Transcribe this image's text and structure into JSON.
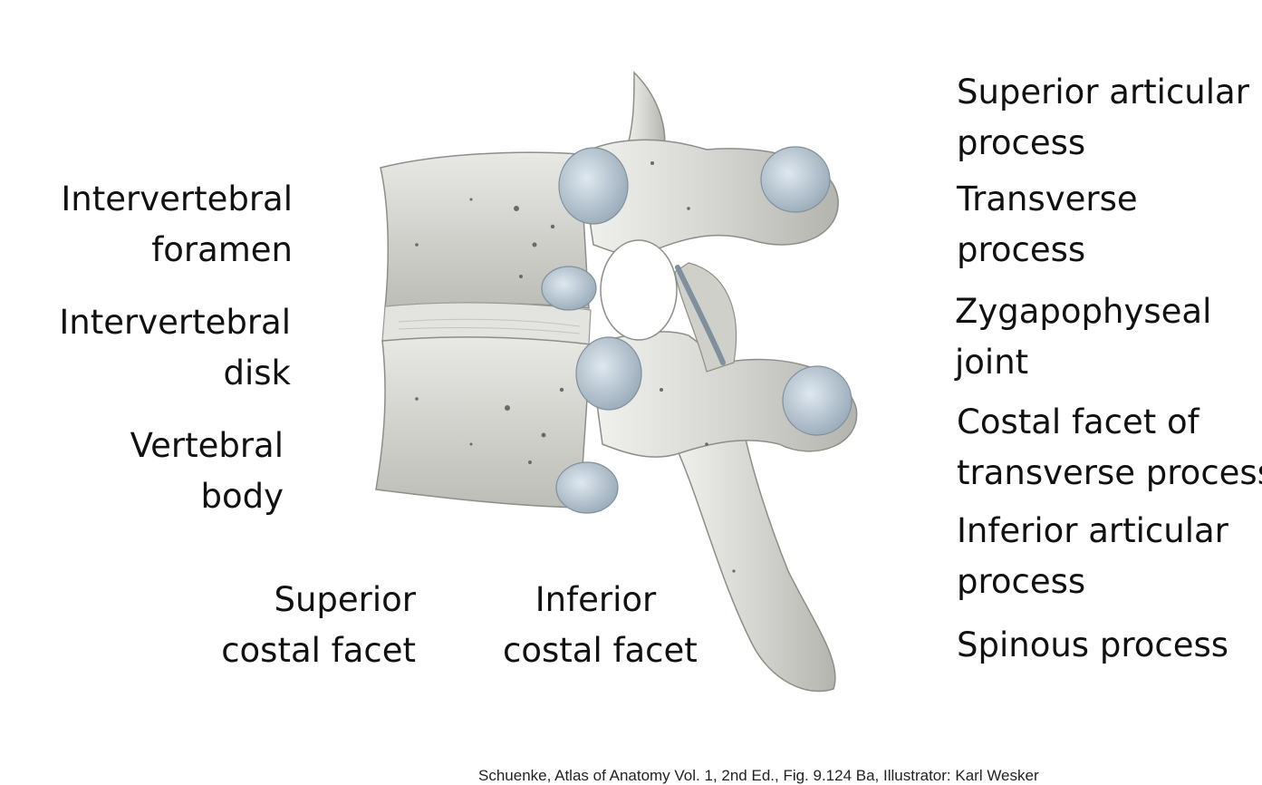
{
  "left_labels": [
    {
      "line1": "Intervertebral",
      "line2": "foramen"
    },
    {
      "line1": "Intervertebral",
      "line2": "disk"
    },
    {
      "line1": "Vertebral",
      "line2": "body"
    }
  ],
  "bottom_labels": [
    {
      "line1": "Superior",
      "line2": "costal facet"
    },
    {
      "line1": "Inferior",
      "line2": "costal facet"
    }
  ],
  "right_labels": [
    {
      "line1": "Superior articular",
      "line2": "process"
    },
    {
      "line1": "Transverse",
      "line2": "process"
    },
    {
      "line1": "Zygapophyseal",
      "line2": "joint"
    },
    {
      "line1": "Costal facet of",
      "line2": "transverse process"
    },
    {
      "line1": "Inferior articular",
      "line2": "process"
    },
    {
      "line1": "Spinous process"
    }
  ],
  "credit": "Schuenke, Atlas of Anatomy Vol. 1, 2nd Ed., Fig. 9.124 Ba, Illustrator: Karl Wesker",
  "colors": {
    "bone": "#dcdcd8",
    "bone_shade": "#b9b9b4",
    "cartilage": "#a9b9c6",
    "background": "#ffffff"
  }
}
